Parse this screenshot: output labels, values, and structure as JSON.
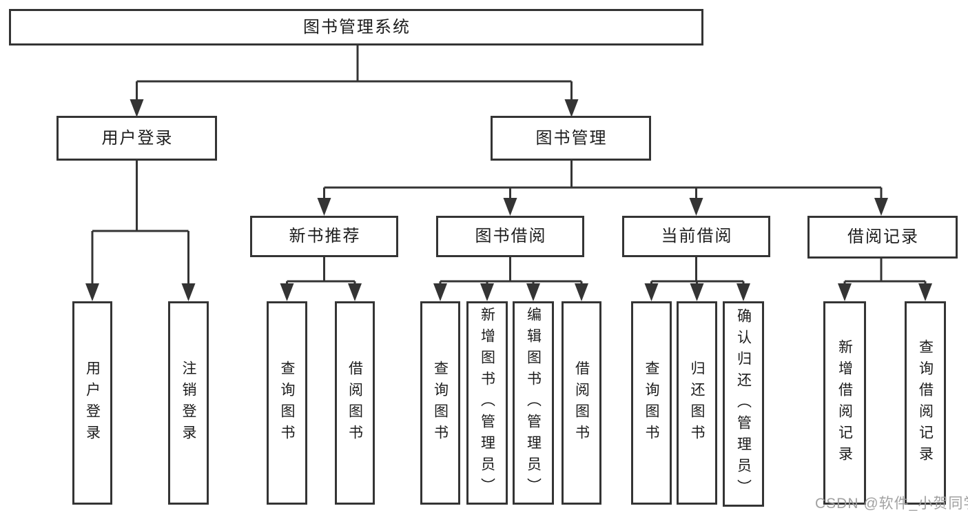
{
  "diagram": {
    "title": "图书管理系统",
    "tree": {
      "label": "图书管理系统",
      "children": [
        {
          "label": "用户登录",
          "children": [
            {
              "label": "用户登录"
            },
            {
              "label": "注销登录"
            }
          ]
        },
        {
          "label": "图书管理",
          "children": [
            {
              "label": "新书推荐",
              "children": [
                {
                  "label": "查询图书"
                },
                {
                  "label": "借阅图书"
                }
              ]
            },
            {
              "label": "图书借阅",
              "children": [
                {
                  "label": "查询图书"
                },
                {
                  "label": "新增图书（管理员）"
                },
                {
                  "label": "编辑图书（管理员）"
                },
                {
                  "label": "借阅图书"
                }
              ]
            },
            {
              "label": "当前借阅",
              "children": [
                {
                  "label": "查询图书"
                },
                {
                  "label": "归还图书"
                },
                {
                  "label": "确认归还（管理员）"
                }
              ]
            },
            {
              "label": "借阅记录",
              "children": [
                {
                  "label": "新增借阅记录"
                },
                {
                  "label": "查询借阅记录"
                }
              ]
            }
          ]
        }
      ]
    },
    "colors": {
      "line": "#343434",
      "box_border": "#343434",
      "box_background": "#ffffff",
      "text": "#1c1c1c",
      "watermark_text": "#9c9c9c"
    }
  },
  "watermark": {
    "text": "CSDN @软件_小贺同学"
  }
}
